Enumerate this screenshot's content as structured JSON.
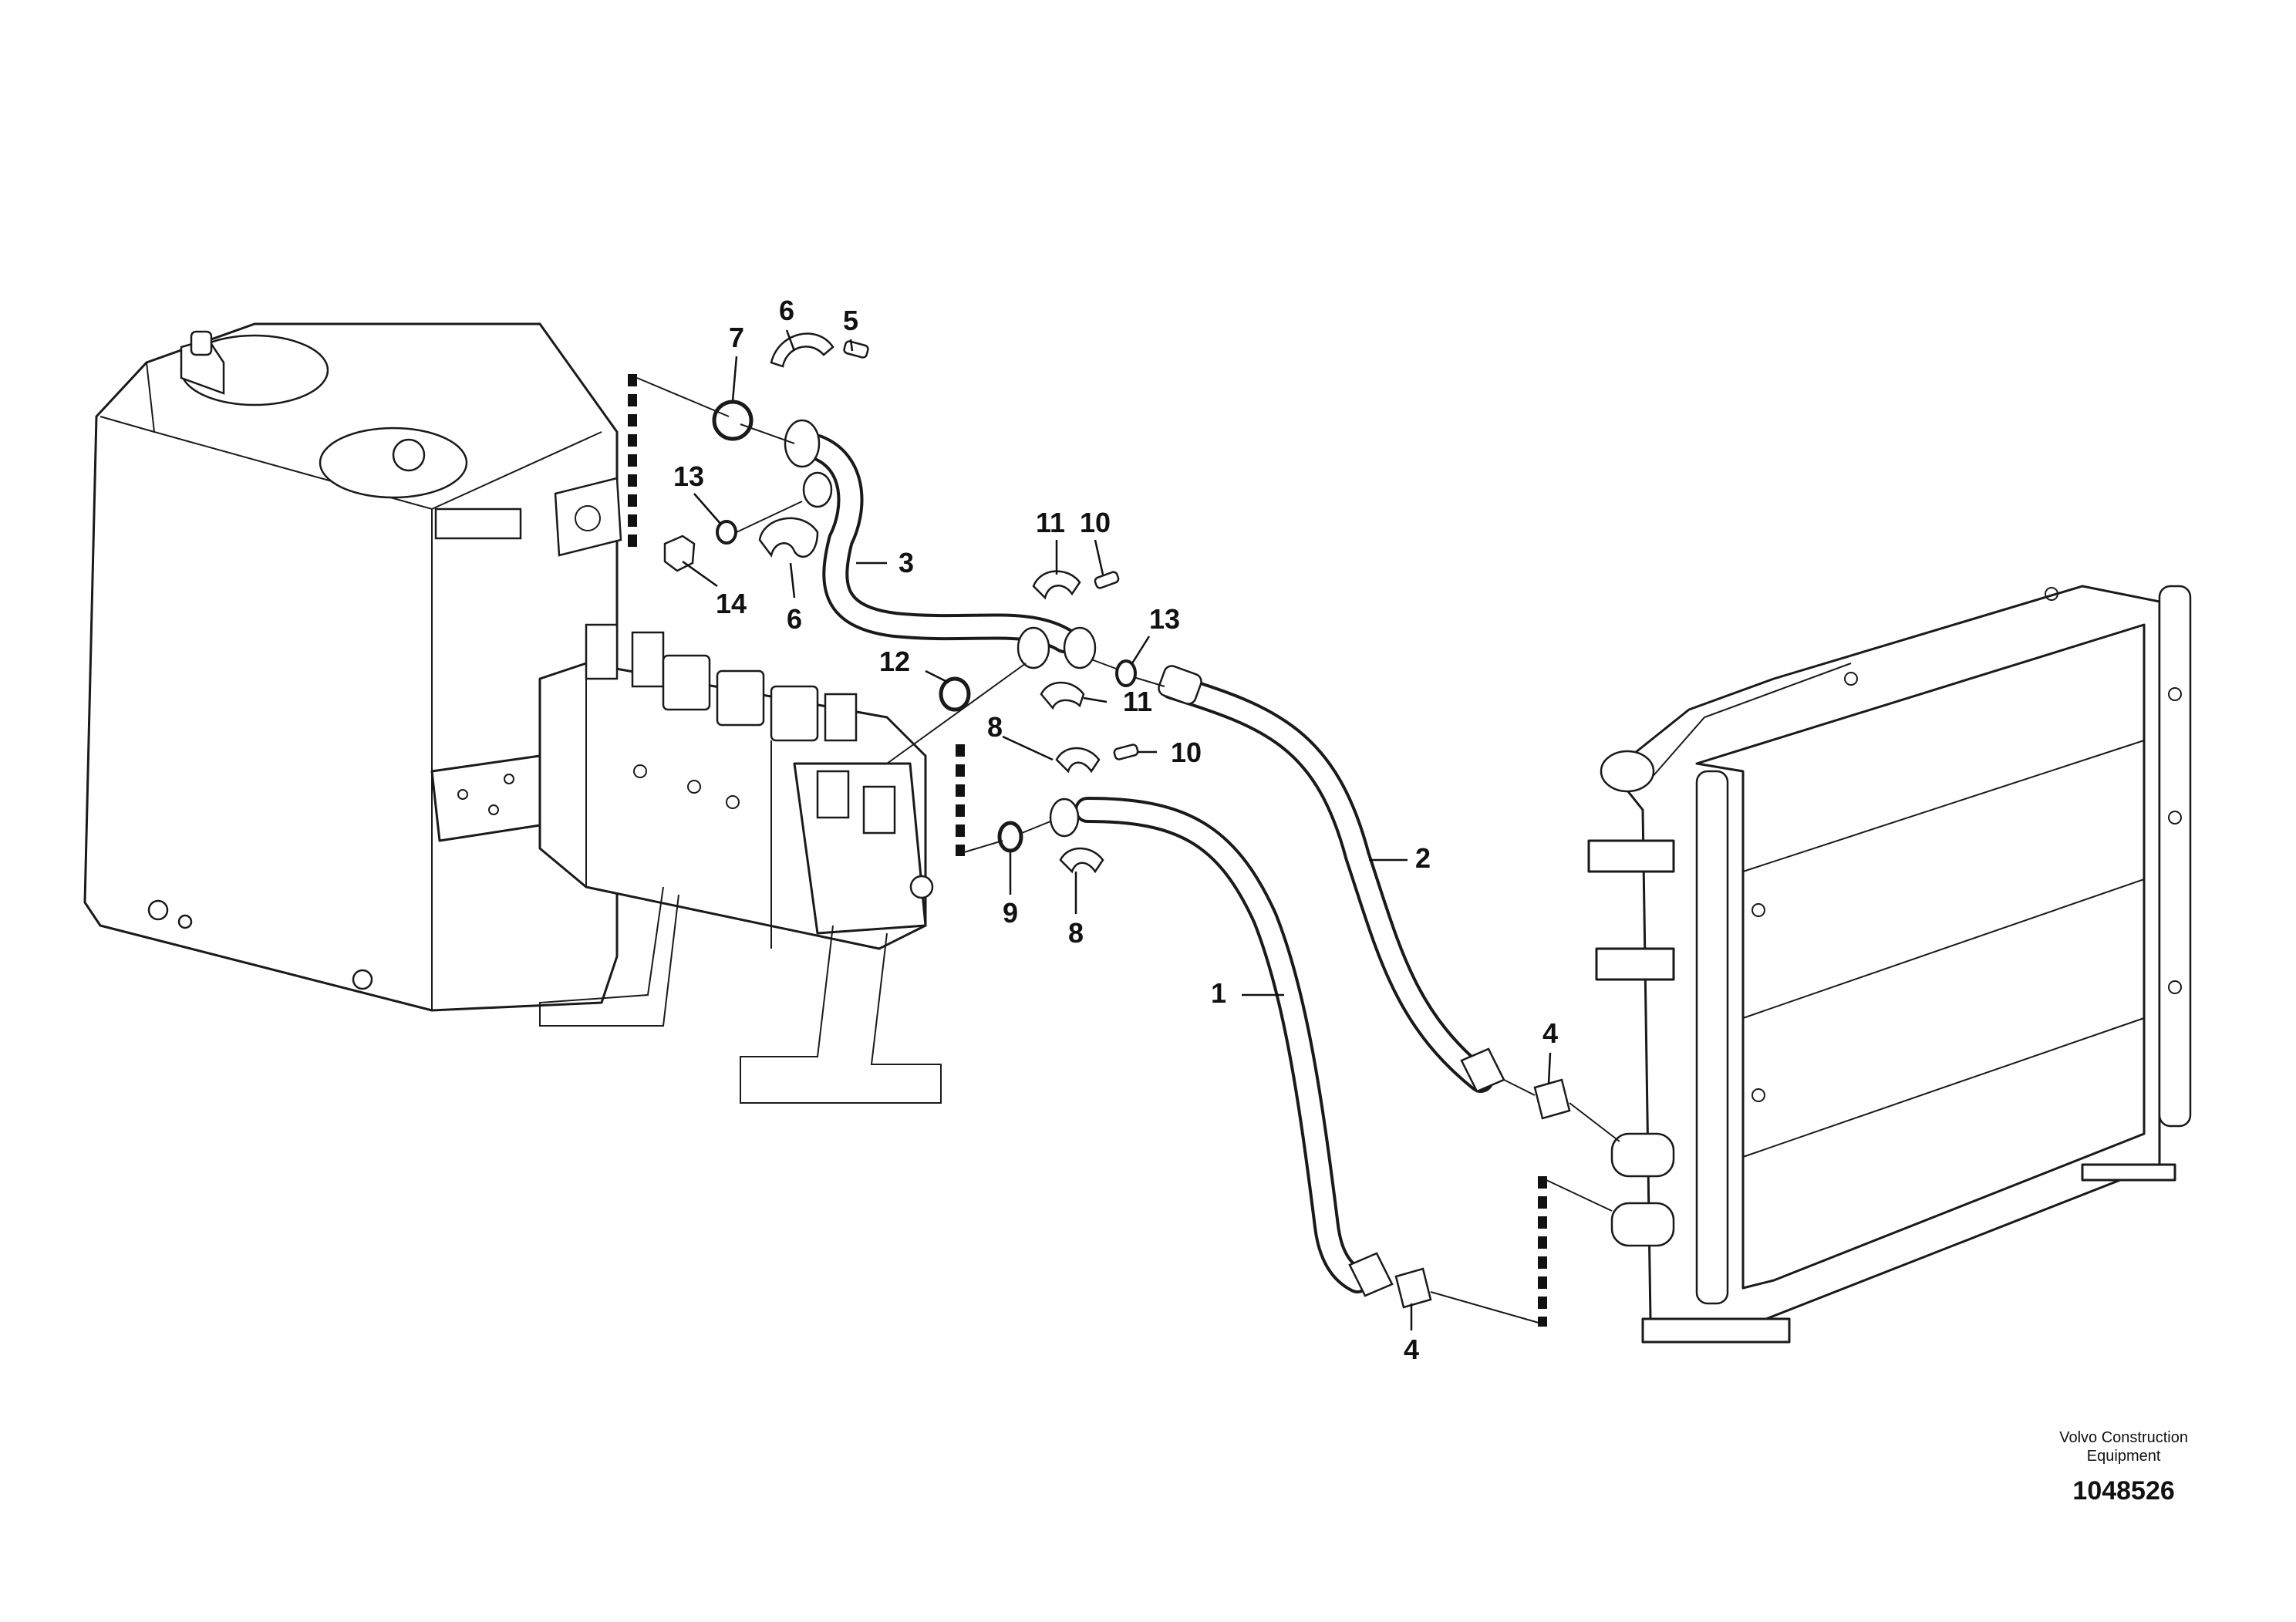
{
  "diagram": {
    "callouts": {
      "c1": "1",
      "c2": "2",
      "c3": "3",
      "c4a": "4",
      "c4b": "4",
      "c5": "5",
      "c6a": "6",
      "c6b": "6",
      "c7": "7",
      "c8a": "8",
      "c8b": "8",
      "c9": "9",
      "c10a": "10",
      "c10b": "10",
      "c11a": "11",
      "c11b": "11",
      "c12": "12",
      "c13a": "13",
      "c13b": "13",
      "c14": "14"
    }
  },
  "footer": {
    "company": "Volvo Construction\nEquipment",
    "doc_number": "1048526"
  }
}
